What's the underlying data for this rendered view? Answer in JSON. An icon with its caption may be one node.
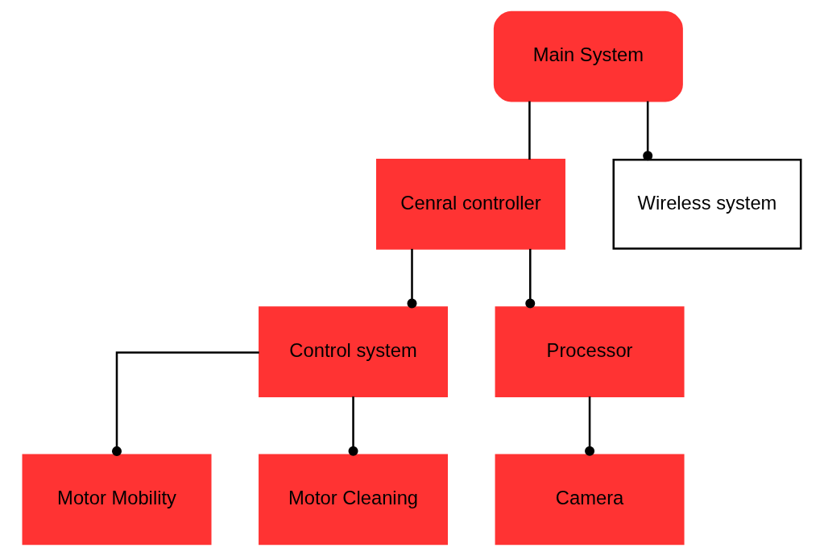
{
  "diagram": {
    "nodes": [
      {
        "text": [
          "Main System"
        ]
      },
      {
        "text": [
          "Cenral controller"
        ]
      },
      {
        "text": [
          "Wireless system"
        ]
      },
      {
        "text": [
          "Control system"
        ]
      },
      {
        "text": [
          "Processor"
        ]
      },
      {
        "text": [
          "Motor Mobility"
        ]
      },
      {
        "text": [
          "Motor Cleaning"
        ]
      },
      {
        "text": [
          "Camera"
        ]
      }
    ],
    "edges": [
      {
        "from": 0,
        "to": 1,
        "arrow": "none"
      },
      {
        "from": 0,
        "to": 2,
        "arrow": "other"
      },
      {
        "from": 1,
        "to": 3,
        "arrow": "other"
      },
      {
        "from": 1,
        "to": 4,
        "arrow": "other"
      },
      {
        "from": 3,
        "to": 5,
        "arrow": "other"
      },
      {
        "from": 3,
        "to": 6,
        "arrow": "other"
      },
      {
        "from": 4,
        "to": 7,
        "arrow": "other"
      }
    ]
  }
}
